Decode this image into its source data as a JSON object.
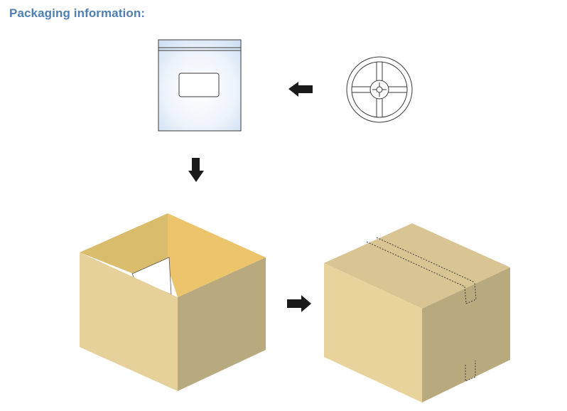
{
  "header": {
    "title": "Packaging information",
    "title_suffix": ":"
  },
  "colors": {
    "title": "#4f7fb3",
    "box_front": "#e8d39c",
    "box_side": "#b9a97e",
    "box_top": "#d9c38f",
    "box_inside": "#e9c470",
    "arrow": "#1a1a1a",
    "bag_tint": "#dbe8f7"
  },
  "diagram": {
    "steps": [
      {
        "name": "reel",
        "icon": "tape-reel-icon"
      },
      {
        "name": "antistatic-bag",
        "icon": "zip-bag-icon"
      },
      {
        "name": "open-carton",
        "icon": "open-box-icon"
      },
      {
        "name": "sealed-carton",
        "icon": "sealed-box-icon"
      }
    ],
    "arrows": [
      {
        "from": "reel",
        "to": "antistatic-bag",
        "direction": "left"
      },
      {
        "from": "antistatic-bag",
        "to": "open-carton",
        "direction": "down"
      },
      {
        "from": "open-carton",
        "to": "sealed-carton",
        "direction": "right"
      }
    ]
  }
}
